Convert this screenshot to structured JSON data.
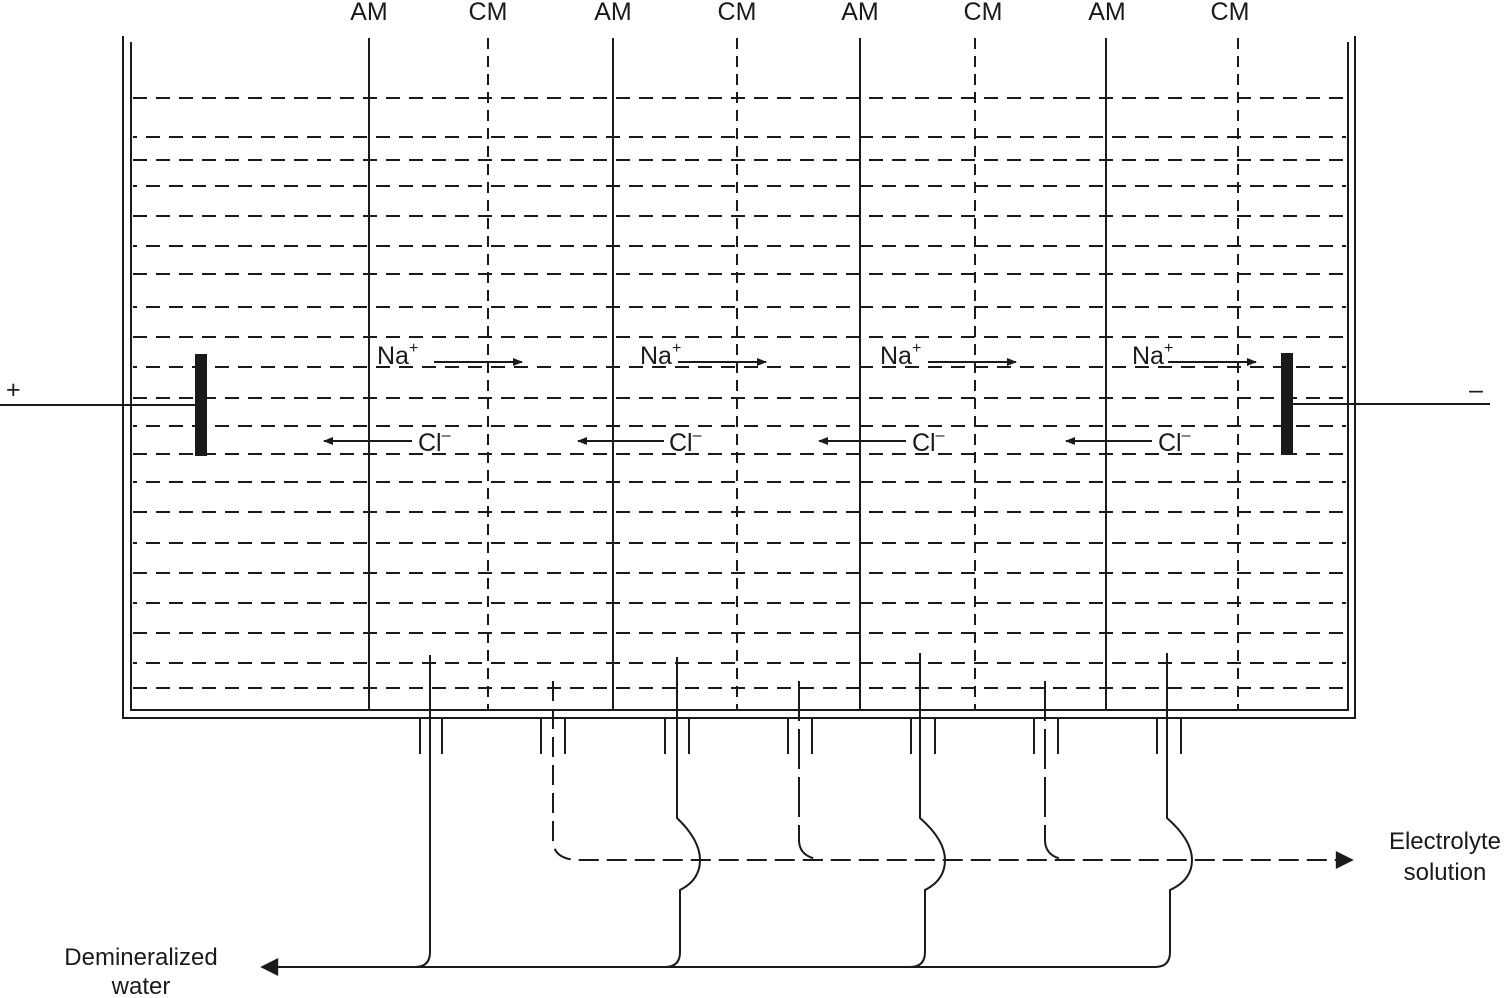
{
  "membranes": [
    {
      "label": "AM",
      "type": "anion"
    },
    {
      "label": "CM",
      "type": "cation"
    },
    {
      "label": "AM",
      "type": "anion"
    },
    {
      "label": "CM",
      "type": "cation"
    },
    {
      "label": "AM",
      "type": "anion"
    },
    {
      "label": "CM",
      "type": "cation"
    },
    {
      "label": "AM",
      "type": "anion"
    },
    {
      "label": "CM",
      "type": "cation"
    }
  ],
  "electrodes": {
    "anode_sign": "+",
    "cathode_sign": "–"
  },
  "ions": {
    "cation": {
      "symbol": "Na",
      "charge": "+"
    },
    "anion": {
      "symbol": "Cl",
      "charge": "–"
    }
  },
  "outlets": {
    "demineralized": [
      "Demineralized",
      "water"
    ],
    "electrolyte": [
      "Electrolyte",
      "solution"
    ]
  },
  "colors": {
    "ink": "#1a1a1a",
    "background": "#ffffff"
  }
}
